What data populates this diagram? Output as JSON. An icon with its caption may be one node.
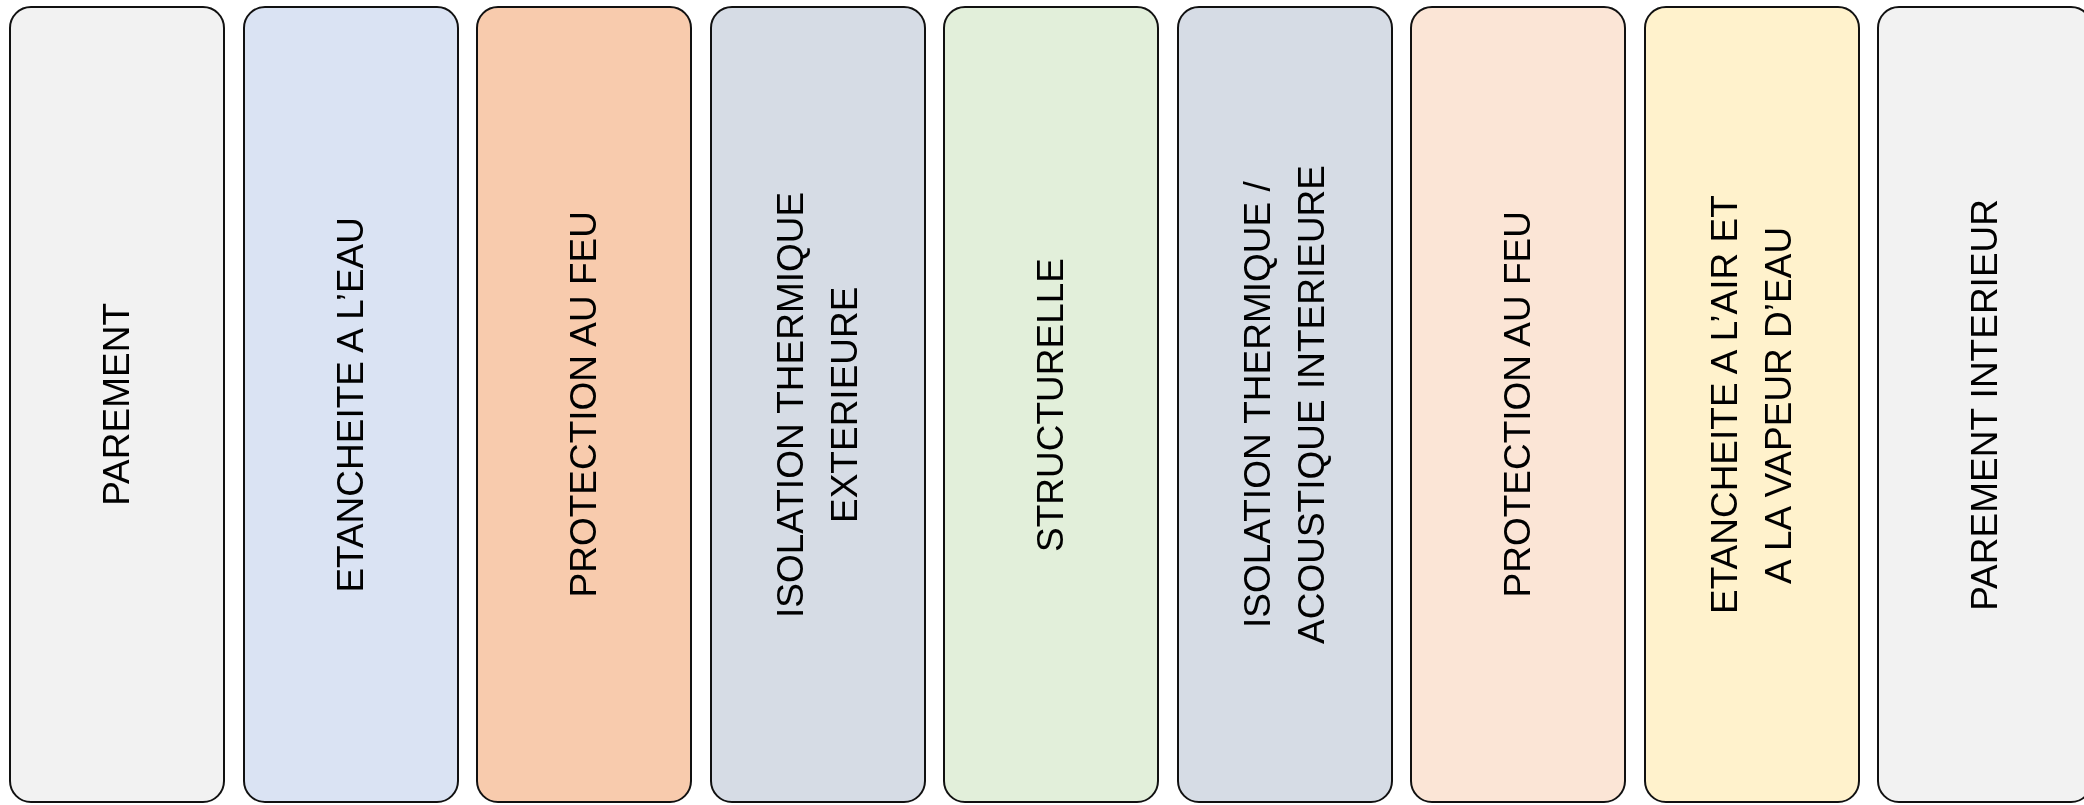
{
  "diagram": {
    "nodes": [
      {
        "text": [
          "PAREMENT"
        ]
      },
      {
        "text": [
          "ETANCHEITE A L’EAU"
        ]
      },
      {
        "text": [
          "PROTECTION AU FEU"
        ]
      },
      {
        "text": [
          "ISOLATION THERMIQUE EXTERIEURE"
        ]
      },
      {
        "text": [
          "STRUCTURELLE"
        ]
      },
      {
        "text": [
          "ISOLATION THERMIQUE / ACOUSTIQUE INTERIEURE"
        ]
      },
      {
        "text": [
          "PROTECTION AU FEU"
        ]
      },
      {
        "text": [
          "ETANCHEITE A L’AIR ET A LA VAPEUR D’EAU"
        ]
      },
      {
        "text": [
          "PAREMENT INTERIEUR"
        ]
      }
    ]
  }
}
